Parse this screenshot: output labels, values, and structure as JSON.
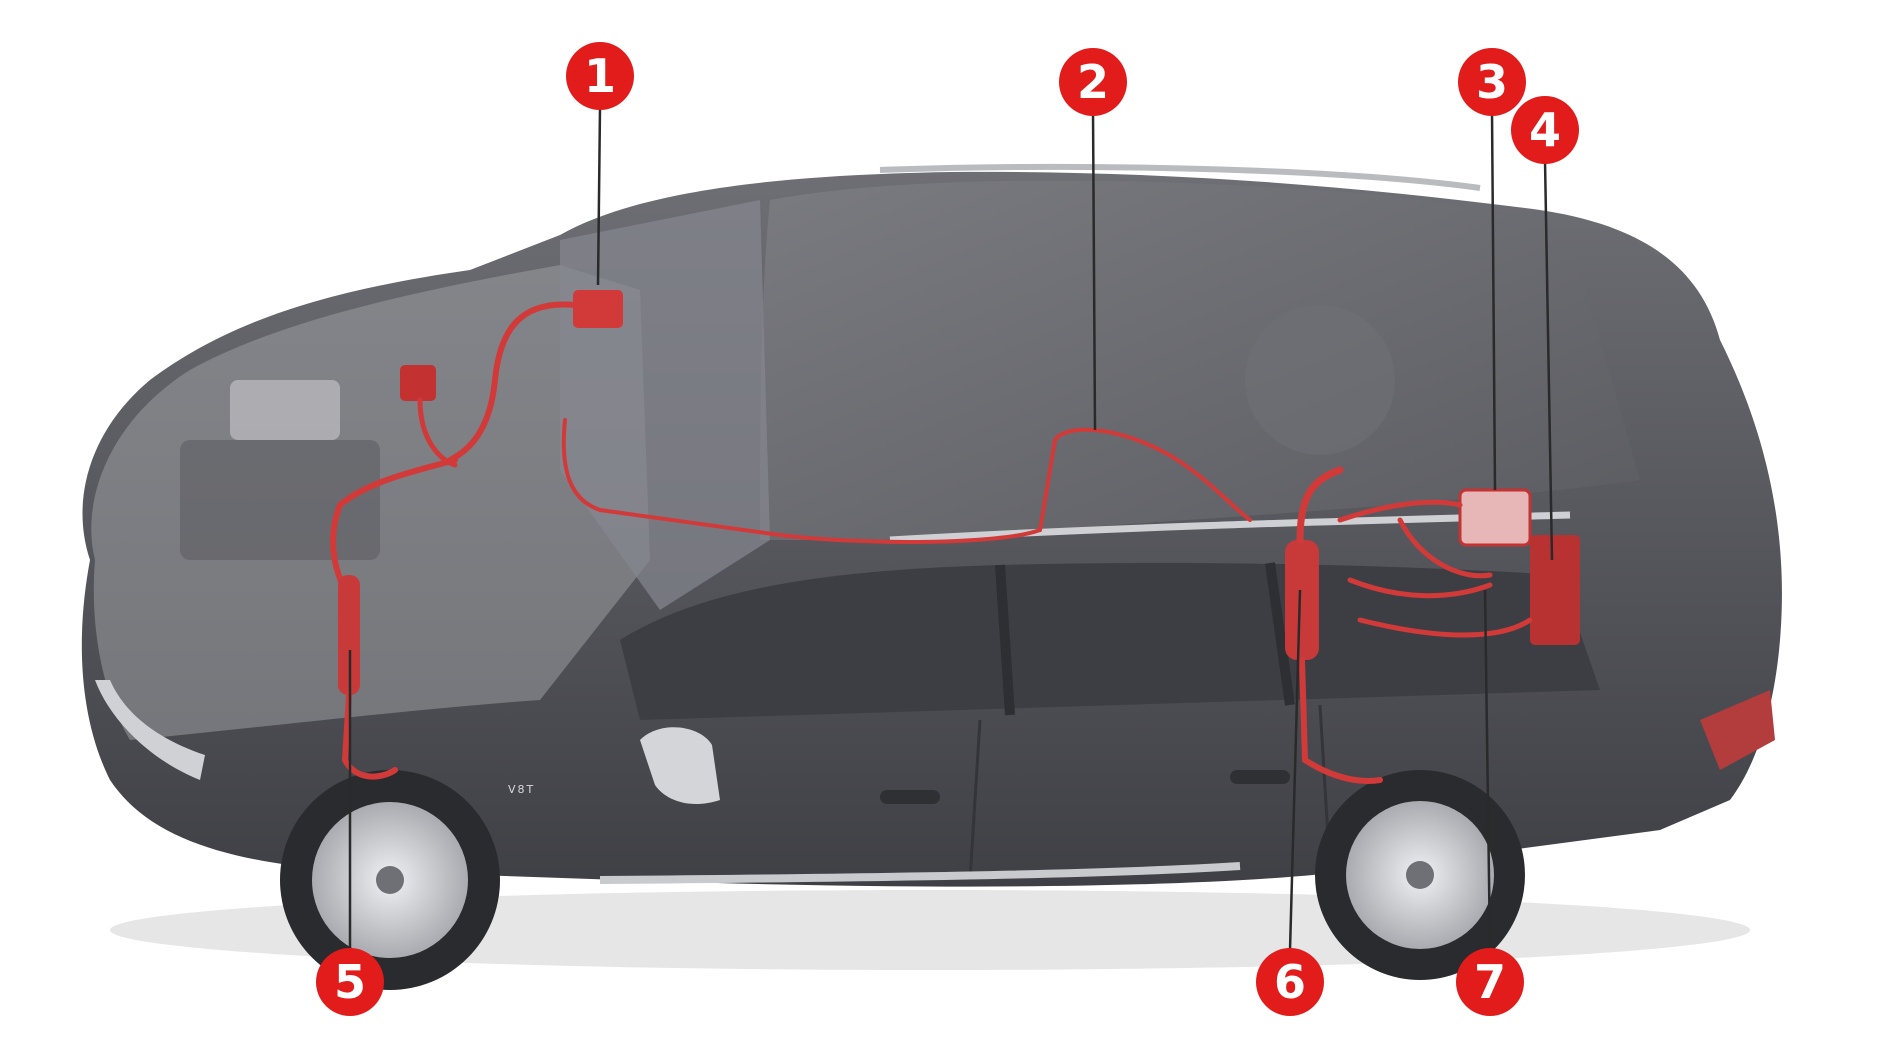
{
  "colors": {
    "background": "#ffffff",
    "car_body": "#55565c",
    "car_body_dark": "#3c3d42",
    "car_roof": "#6a6b70",
    "glass": "#8d8f95",
    "wheel": "#2a2b2e",
    "rim": "#c9cbcf",
    "chrome": "#d9dadd",
    "component_red": "#d23a3a",
    "callout_red": "#e21b1b",
    "leader_line": "#2a2a2a"
  },
  "icons": [
    "car-cutaway-illustration",
    "red-component-highlight"
  ],
  "callouts": [
    {
      "id": "1",
      "label": "1"
    },
    {
      "id": "2",
      "label": "2"
    },
    {
      "id": "3",
      "label": "3"
    },
    {
      "id": "4",
      "label": "4"
    },
    {
      "id": "5",
      "label": "5"
    },
    {
      "id": "6",
      "label": "6"
    },
    {
      "id": "7",
      "label": "7"
    }
  ],
  "badge": {
    "text": "V8T"
  }
}
